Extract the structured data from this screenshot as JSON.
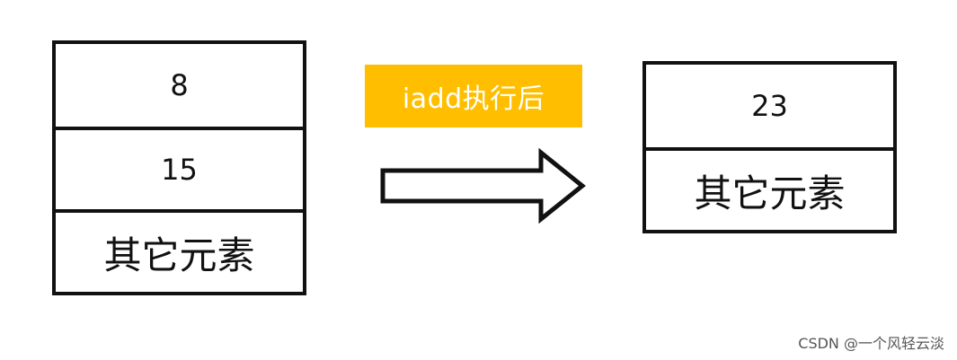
{
  "before_stack": {
    "cells": [
      "8",
      "15",
      "其它元素"
    ]
  },
  "operation": {
    "label": "iadd执行后",
    "bg_color": "#ffbf00"
  },
  "after_stack": {
    "cells": [
      "23",
      "其它元素"
    ]
  },
  "watermark": "CSDN @一个风轻云淡"
}
